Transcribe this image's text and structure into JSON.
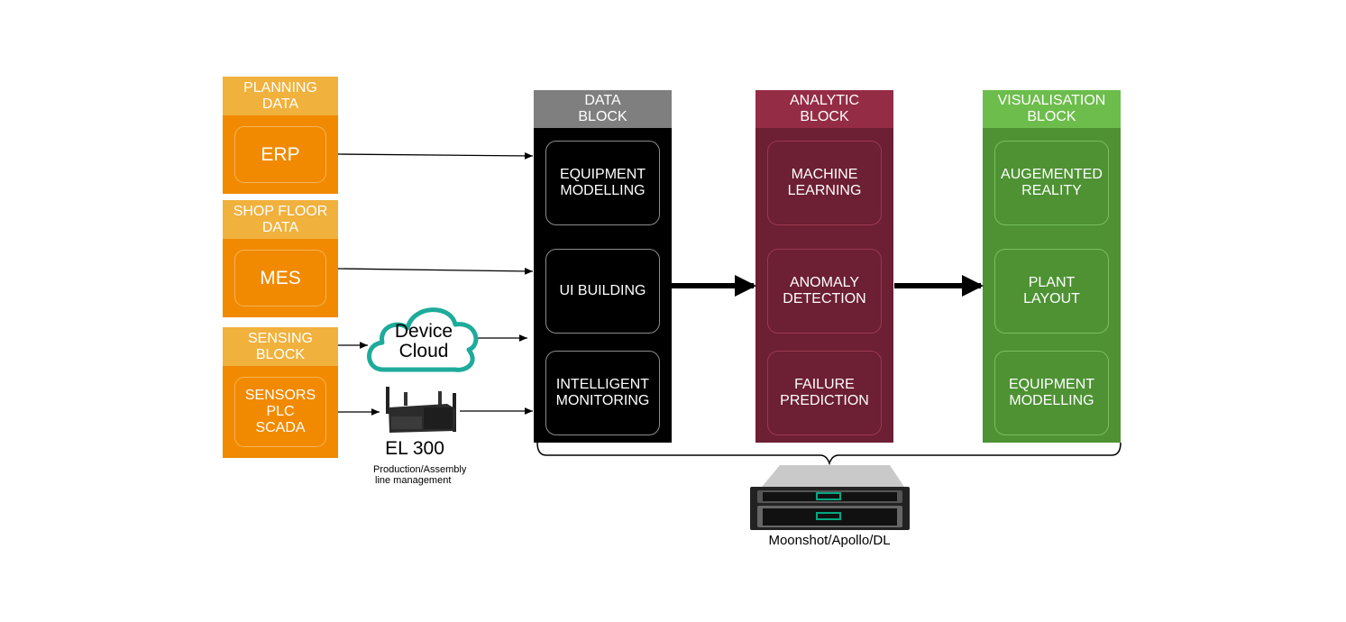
{
  "sources": [
    {
      "header": "PLANNING\nDATA",
      "header_lines": [
        "PLANNING",
        "DATA"
      ],
      "body_lines": [
        "ERP"
      ]
    },
    {
      "header_lines": [
        "SHOP FLOOR",
        "DATA"
      ],
      "body_lines": [
        "MES"
      ]
    },
    {
      "header_lines": [
        "SENSING",
        "BLOCK"
      ],
      "body_lines": [
        "SENSORS",
        "PLC",
        "SCADA"
      ]
    }
  ],
  "device_cloud": {
    "lines": [
      "Device",
      "Cloud"
    ],
    "icon": "cloud-icon"
  },
  "edge_device": {
    "name": "EL 300",
    "caption_lines": [
      "Production/Assembly",
      "line management"
    ],
    "icon": "edge-gateway-icon"
  },
  "blocks": [
    {
      "header_lines": [
        "DATA",
        "BLOCK"
      ],
      "colors": {
        "head": "#7f7f7f",
        "body": "#000000",
        "card_border": "#8c8c8c"
      },
      "cards": [
        [
          "EQUIPMENT",
          "MODELLING"
        ],
        [
          "UI BUILDING"
        ],
        [
          "INTELLIGENT",
          "MONITORING"
        ]
      ]
    },
    {
      "header_lines": [
        "ANALYTIC",
        "BLOCK"
      ],
      "colors": {
        "head": "#952c45",
        "body": "#6d1f33",
        "card_border": "#9a3a52"
      },
      "cards": [
        [
          "MACHINE",
          "LEARNING"
        ],
        [
          "ANOMALY",
          "DETECTION"
        ],
        [
          "FAILURE",
          "PREDICTION"
        ]
      ]
    },
    {
      "header_lines": [
        "VISUALISATION",
        "BLOCK"
      ],
      "colors": {
        "head": "#6dbd4c",
        "body": "#4e9234",
        "card_border": "#79bf5c"
      },
      "cards": [
        [
          "AUGEMENTED",
          "REALITY"
        ],
        [
          "PLANT",
          "LAYOUT"
        ],
        [
          "EQUIPMENT",
          "MODELLING"
        ]
      ]
    }
  ],
  "server": {
    "label": "Moonshot/Apollo/DL",
    "icon": "rack-server-icon"
  },
  "colors": {
    "source_head": "#f0b13d",
    "source_body": "#f18a00",
    "cloud_stroke": "#1eab9b",
    "hpe_green": "#01a982"
  }
}
